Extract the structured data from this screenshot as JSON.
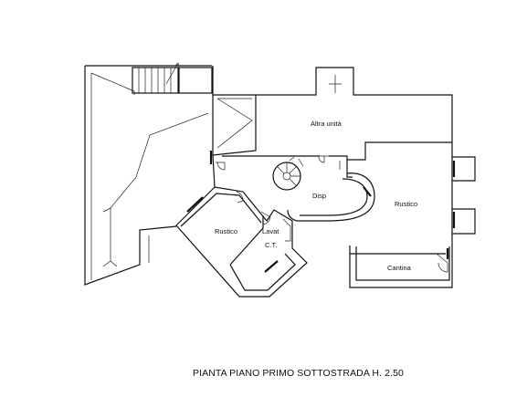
{
  "plan": {
    "title": "PIANTA PIANO PRIMO SOTTOSTRADA H. 2.50",
    "rooms": {
      "altra_unita": "Altra unità",
      "disp": "Disp",
      "rustico_right": "Rustico",
      "rustico_left": "Rustico",
      "lavat": "Lavat",
      "ct": "C.T.",
      "cantina": "Cantina"
    }
  }
}
